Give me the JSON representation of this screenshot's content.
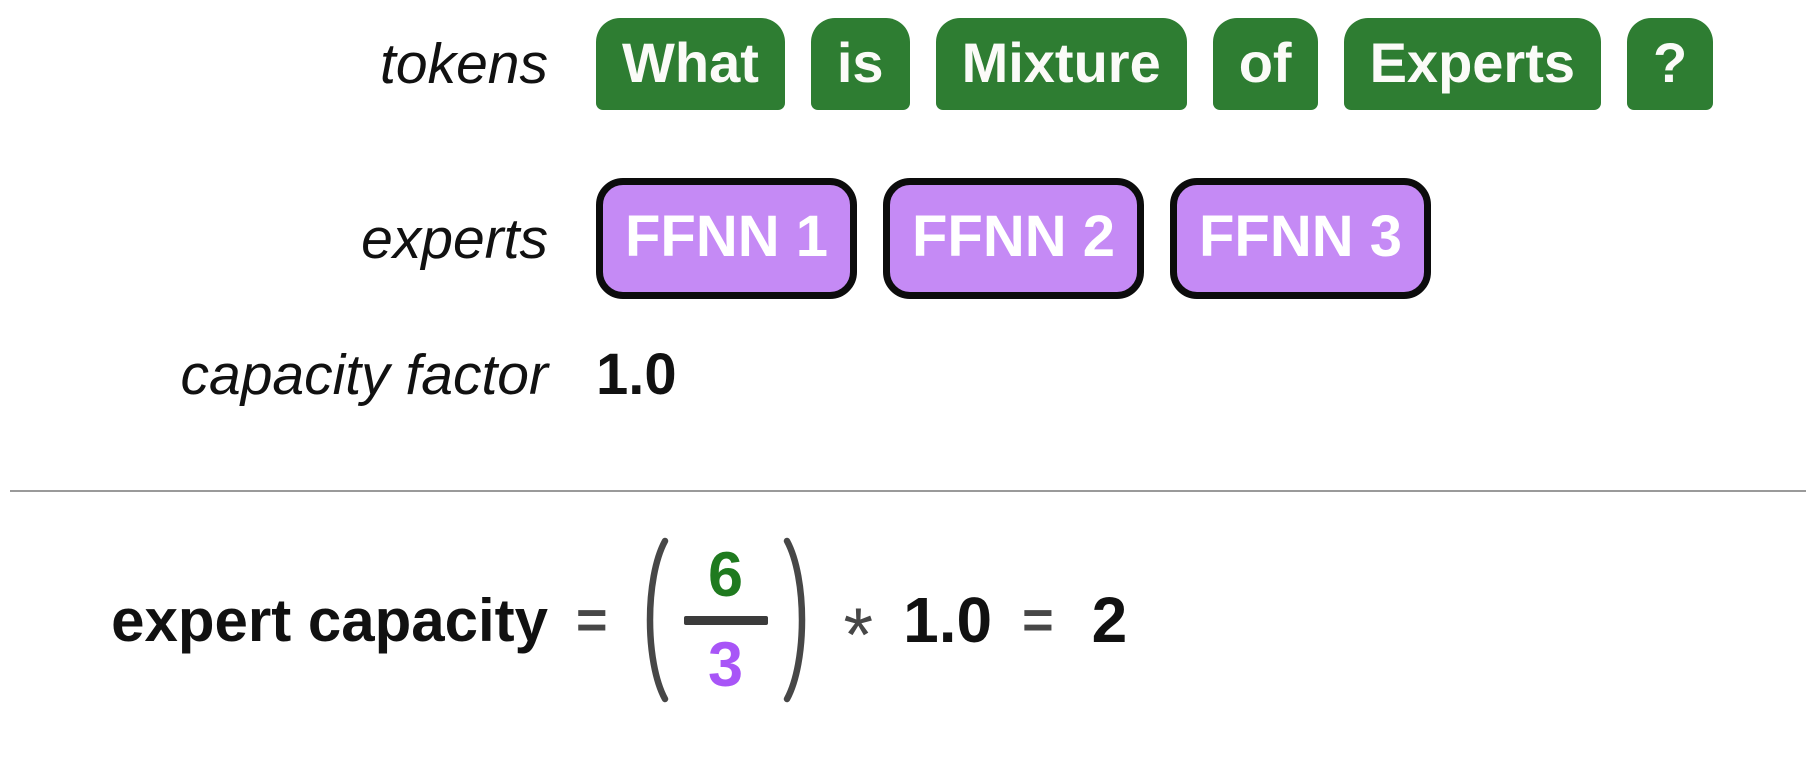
{
  "colors": {
    "token_green": "#2e7d32",
    "expert_purple_fill": "#c58af5",
    "expert_border_black": "#0c0c0c",
    "numerator_green": "#1f7a1f",
    "denominator_purple": "#a855f7",
    "operator_gray": "#474747",
    "fraction_bar_gray": "#3b3b3b",
    "divider_gray": "#9a9a9a",
    "text_black": "#111111",
    "chip_text_white": "#fbfbf8"
  },
  "rows": {
    "tokens": {
      "label": "tokens",
      "items": [
        "What",
        "is",
        "Mixture",
        "of",
        "Experts",
        "?"
      ]
    },
    "experts": {
      "label": "experts",
      "items": [
        "FFNN 1",
        "FFNN 2",
        "FFNN 3"
      ]
    },
    "capacity_factor": {
      "label": "capacity factor",
      "value": "1.0"
    }
  },
  "formula": {
    "lhs": "expert capacity",
    "equals": "=",
    "numerator_token_count": "6",
    "denominator_expert_count": "3",
    "multiply": "*",
    "factor": "1.0",
    "equals2": "=",
    "result": "2"
  }
}
